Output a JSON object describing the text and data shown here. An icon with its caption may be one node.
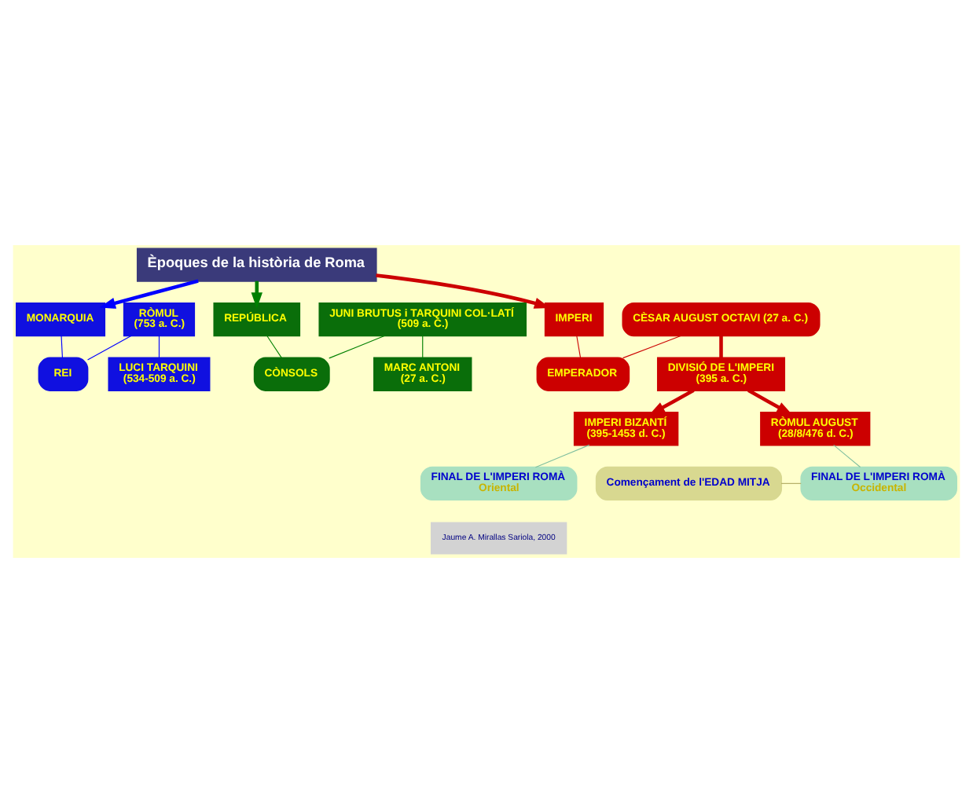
{
  "diagram": {
    "nodes": [
      {
        "text": [
          "Èpoques de la història de Roma"
        ]
      },
      {
        "text": [
          "MONARQUIA"
        ]
      },
      {
        "text": [
          "REPÚBLICA"
        ]
      },
      {
        "text": [
          "IMPERI"
        ]
      },
      {
        "text": [
          "REI"
        ]
      },
      {
        "text": [
          "CÒNSOLS"
        ]
      },
      {
        "text": [
          "EMPERADOR"
        ]
      },
      {
        "text": [
          "RÒMUL",
          "(753 a. C.)"
        ]
      },
      {
        "text": [
          "LUCI TARQUINI",
          "(534-509 a. C.)"
        ]
      },
      {
        "text": [
          "JUNI BRUTUS i TARQUINI COL·LATÍ",
          "(509 a. C.)"
        ]
      },
      {
        "text": [
          "MARC ANTONI",
          "(27 a. C.)"
        ]
      },
      {
        "text": [
          "CÈSAR AUGUST OCTAVI (27 a. C.)"
        ]
      },
      {
        "text": [
          "DIVISIÓ DE L'IMPERI",
          "(395 a. C.)"
        ]
      },
      {
        "text": [
          "IMPERI BIZANTÍ",
          "(395-1453 d. C.)"
        ]
      },
      {
        "text": [
          "RÒMUL AUGUST",
          "(28/8/476 d. C.)"
        ]
      },
      {
        "text": [
          "FINAL DE L'IMPERI ROMÀ",
          "Oriental"
        ]
      },
      {
        "text": [
          "FINAL DE L'IMPERI ROMÀ",
          "Occidental"
        ]
      },
      {
        "text": [
          "Començament de l'EDAD MITJA"
        ]
      }
    ],
    "edges": [
      {
        "from": 0,
        "to": 1,
        "arrow": "to",
        "style": "thick",
        "color": "#0000ff"
      },
      {
        "from": 0,
        "to": 2,
        "arrow": "to",
        "style": "thick",
        "color": "#008000"
      },
      {
        "from": 0,
        "to": 3,
        "arrow": "to",
        "style": "thick",
        "color": "#cc0000"
      },
      {
        "from": 4,
        "to": 1,
        "arrow": "none",
        "color": "#0000ff"
      },
      {
        "from": 5,
        "to": 2,
        "arrow": "none",
        "color": "#008000"
      },
      {
        "from": 6,
        "to": 3,
        "arrow": "none",
        "color": "#cc0000"
      },
      {
        "from": 4,
        "to": 7,
        "arrow": "none",
        "color": "#0000ff"
      },
      {
        "from": 7,
        "to": 8,
        "arrow": "none",
        "color": "#0000ff"
      },
      {
        "from": 5,
        "to": 9,
        "arrow": "none",
        "color": "#008000"
      },
      {
        "from": 9,
        "to": 10,
        "arrow": "none",
        "color": "#008000"
      },
      {
        "from": 6,
        "to": 11,
        "arrow": "none",
        "color": "#cc0000"
      },
      {
        "from": 11,
        "to": 12,
        "arrow": "none",
        "style": "thick",
        "color": "#cc0000"
      },
      {
        "from": 12,
        "to": 13,
        "arrow": "to",
        "style": "thick",
        "color": "#cc0000"
      },
      {
        "from": 12,
        "to": 14,
        "arrow": "to",
        "style": "thick",
        "color": "#cc0000"
      },
      {
        "from": 15,
        "to": 13,
        "arrow": "none",
        "color": "#7fbf9f"
      },
      {
        "from": 16,
        "to": 14,
        "arrow": "none",
        "color": "#7fbf9f"
      },
      {
        "from": 17,
        "to": 16,
        "arrow": "none",
        "color": "#b0aa60"
      }
    ],
    "labels": [
      "Jaume A. Mirallas Sariola, 2000"
    ]
  }
}
